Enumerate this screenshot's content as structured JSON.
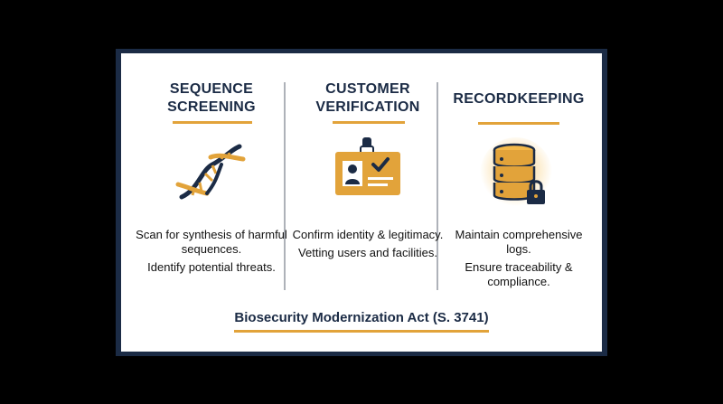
{
  "colors": {
    "navy": "#1b2b45",
    "gold": "#e2a33a",
    "background": "#000000",
    "card": "#ffffff"
  },
  "columns": [
    {
      "title_line1": "SEQUENCE",
      "title_line2": "SCREENING",
      "icon": "dna-icon",
      "desc1": "Scan for synthesis of harmful sequences.",
      "desc2": "Identify potential threats."
    },
    {
      "title_line1": "CUSTOMER",
      "title_line2": "VERIFICATION",
      "icon": "id-badge-icon",
      "desc1": "Confirm identity & legitimacy.",
      "desc2": "Vetting users and facilities."
    },
    {
      "title_line1": "RECORDKEEPING",
      "title_line2": "",
      "icon": "database-lock-icon",
      "desc1": "Maintain comprehensive logs.",
      "desc2": "Ensure traceability & compliance."
    }
  ],
  "footer": "Biosecurity Modernization Act (S. 3741)"
}
